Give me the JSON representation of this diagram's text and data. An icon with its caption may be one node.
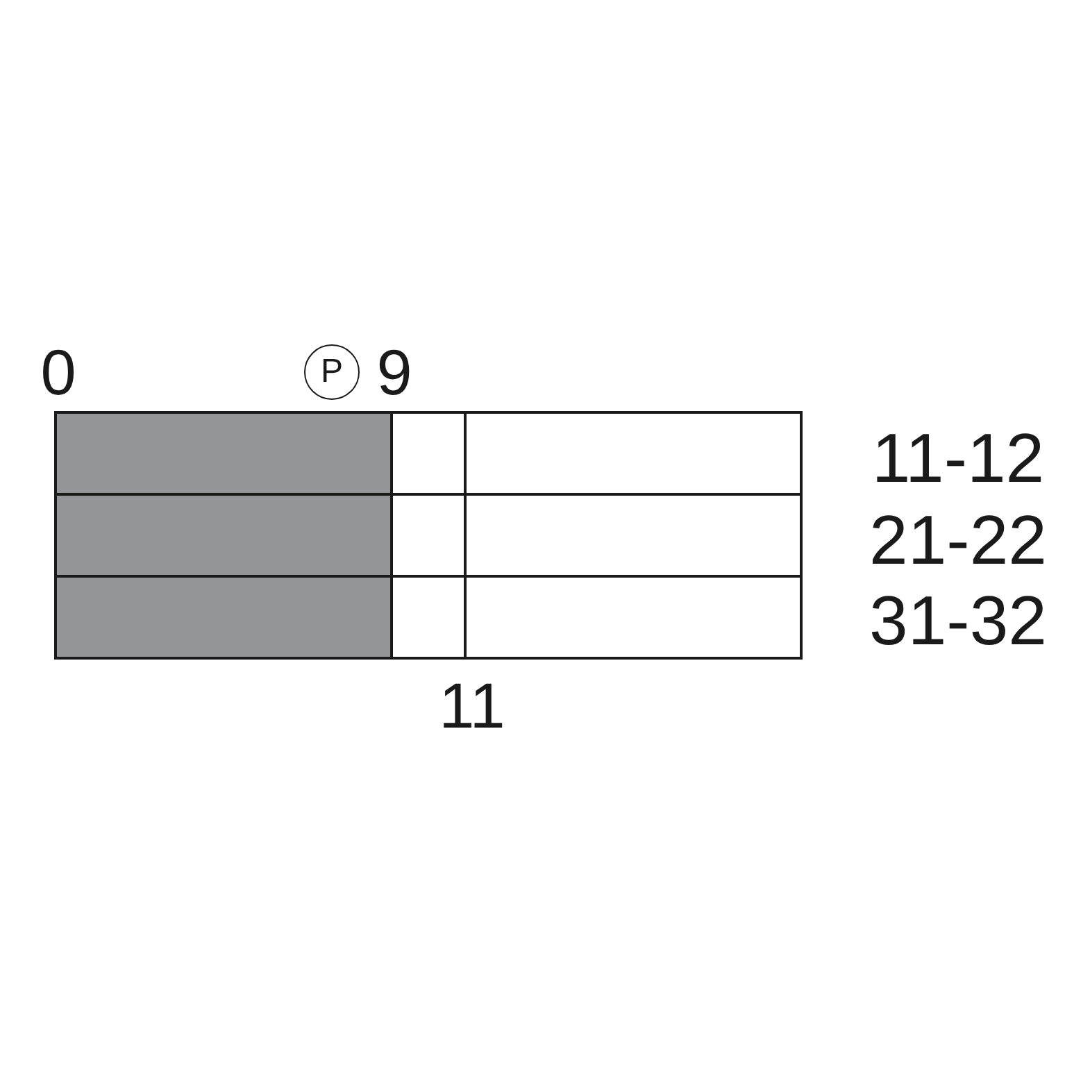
{
  "diagram": {
    "nodes": [
      {
        "text": [
          "P"
        ]
      }
    ],
    "labels": [
      "0",
      "9",
      "11-12",
      "21-22",
      "31-32",
      "11"
    ]
  }
}
